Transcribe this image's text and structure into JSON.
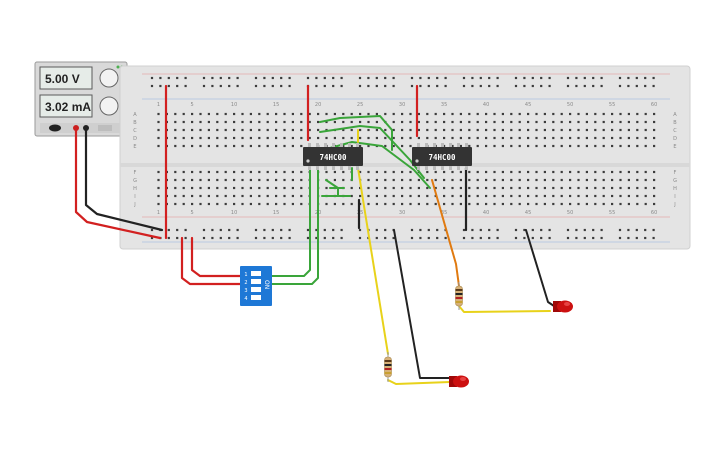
{
  "power_supply": {
    "voltage_display": "5.00 V",
    "current_display": "3.02 mA"
  },
  "breadboard": {
    "column_labels": [
      "1",
      "5",
      "10",
      "15",
      "20",
      "25",
      "30",
      "35",
      "40",
      "45",
      "50",
      "55",
      "60"
    ],
    "row_labels_top": [
      "A",
      "B",
      "C",
      "D",
      "E"
    ],
    "row_labels_bottom": [
      "F",
      "G",
      "H",
      "I",
      "J"
    ]
  },
  "chips": [
    {
      "label": "74HC00"
    },
    {
      "label": "74HC00"
    }
  ],
  "dip_switch": {
    "on_label": "ON",
    "numbers": [
      "1",
      "2",
      "3",
      "4"
    ]
  },
  "colors": {
    "board": "#e4e4e4",
    "wire_red": "#d22020",
    "wire_black": "#222222",
    "wire_green": "#3aa53a",
    "wire_yellow": "#e8d21a",
    "wire_orange": "#e07a10",
    "led_red": "#cc1010",
    "dip_blue": "#1e78d6",
    "chip": "#333333"
  }
}
